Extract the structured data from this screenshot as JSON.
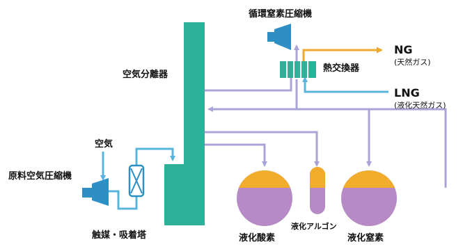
{
  "labels": {
    "recycle_compressor": "循環窒素圧縮機",
    "air_separator": "空気分離器",
    "heat_exchanger": "熱交換器",
    "air": "空気",
    "feed_compressor": "原料空気圧縮機",
    "catalyst_adsorber": "触媒・吸着塔",
    "liquid_oxygen": "液化酸素",
    "liquid_argon": "液化アルゴン",
    "liquid_nitrogen": "液化窒素",
    "ng": "NG",
    "ng_sub": "(天然ガス)",
    "lng": "LNG",
    "lng_sub": "(液化天然ガス)"
  },
  "colors": {
    "teal": "#2eb09b",
    "teal_dark": "#1f8f7d",
    "pipe_blue": "#58b4dd",
    "compressor_blue": "#2d8fc4",
    "pipe_purple": "#a9a4d6",
    "orange": "#f0a92f",
    "tank_purple": "#b68ac4",
    "tank_orange": "#f2ac2c"
  }
}
